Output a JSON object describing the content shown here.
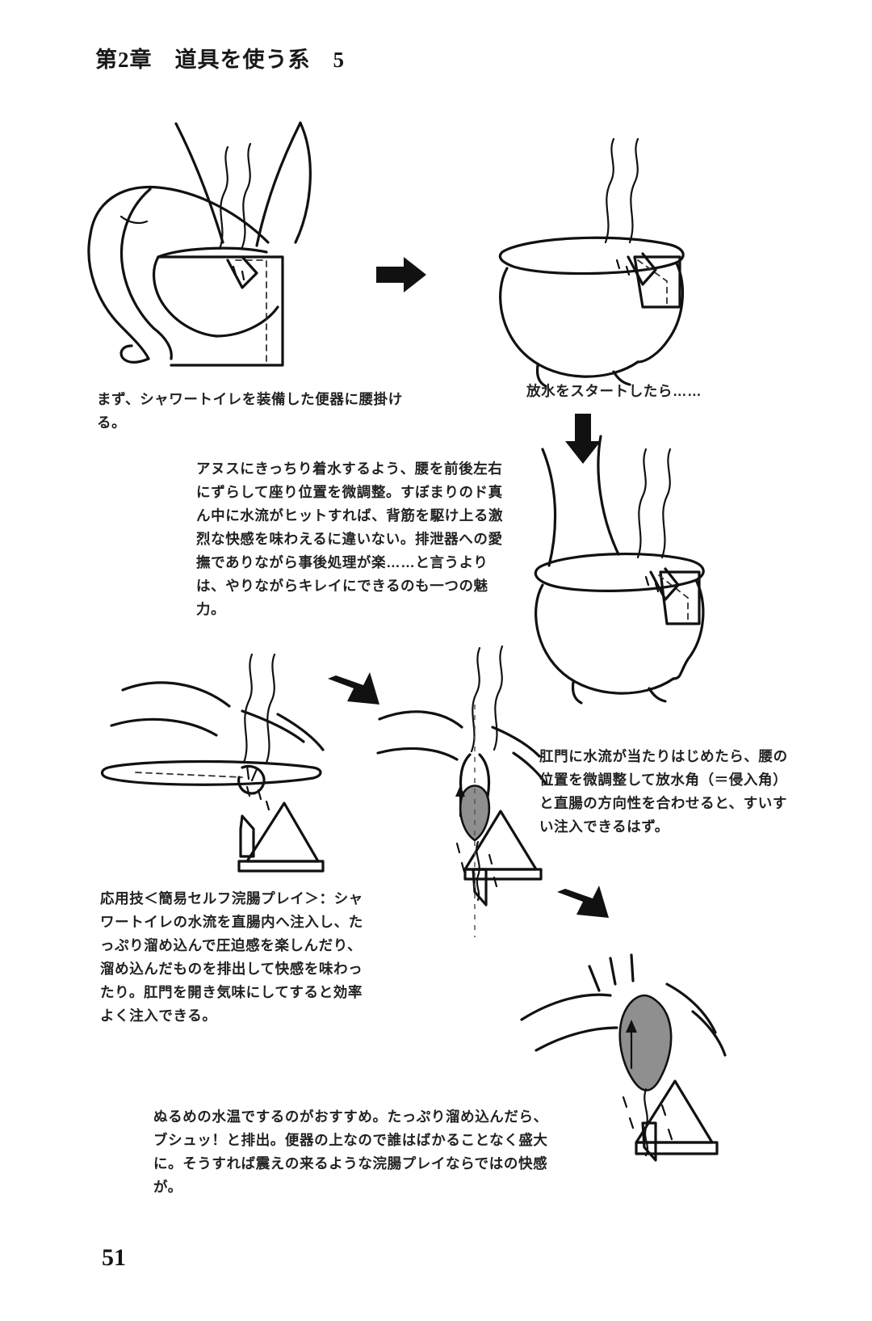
{
  "page": {
    "chapter_header": "第2章　道具を使う系　5",
    "page_number": "51"
  },
  "captions": {
    "step1": "まず、シャワートイレを装備した便器に腰掛ける。",
    "step2": "放水をスタートしたら……"
  },
  "paragraphs": {
    "body1": "アヌスにきっちり着水するよう、腰を前後左右にずらして座り位置を微調整。すぼまりのド真ん中に水流がヒットすれば、背筋を駆け上る激烈な快感を味わえるに違いない。排泄器への愛撫でありながら事後処理が楽……と言うよりは、やりながらキレイにできるのも一つの魅力。",
    "body2": "肛門に水流が当たりはじめたら、腰の位置を微調整して放水角（＝侵入角）と直腸の方向性を合わせると、すいすい注入できるはず。",
    "body3": "応用技＜簡易セルフ浣腸プレイ＞：シャワートイレの水流を直腸内へ注入し、たっぷり溜め込んで圧迫感を楽しんだり、溜め込んだものを排出して快感を味わったり。肛門を開き気味にしてすると効率よく注入できる。",
    "body4": "ぬるめの水温でするのがおすすめ。たっぷり溜め込んだら、ブシュッ！と排出。便器の上なので誰はばかることなく盛大に。そうすれば震えの来るような浣腸プレイならではの快感が。"
  },
  "figures": {
    "fig1_name": "person-seated-on-toilet-side-view",
    "fig2_name": "toilet-bowl-with-water-spray-nozzle",
    "fig3_name": "toilet-bowl-closeup-spray-on-anus",
    "fig4_name": "anus-closeup-spray-nozzle",
    "fig5_name": "anus-closeup-water-entering-rectum",
    "fig6_name": "anus-closeup-water-expelled",
    "arrow1_name": "flow-arrow-right-top",
    "arrow2_name": "flow-arrow-down-right",
    "arrow3_name": "flow-arrow-diagonal-middle",
    "arrow4_name": "flow-arrow-diagonal-bottom"
  },
  "colors": {
    "ink": "#111111",
    "paper": "#ffffff",
    "organ_fill": "#8f8f8f",
    "text": "#222222"
  }
}
